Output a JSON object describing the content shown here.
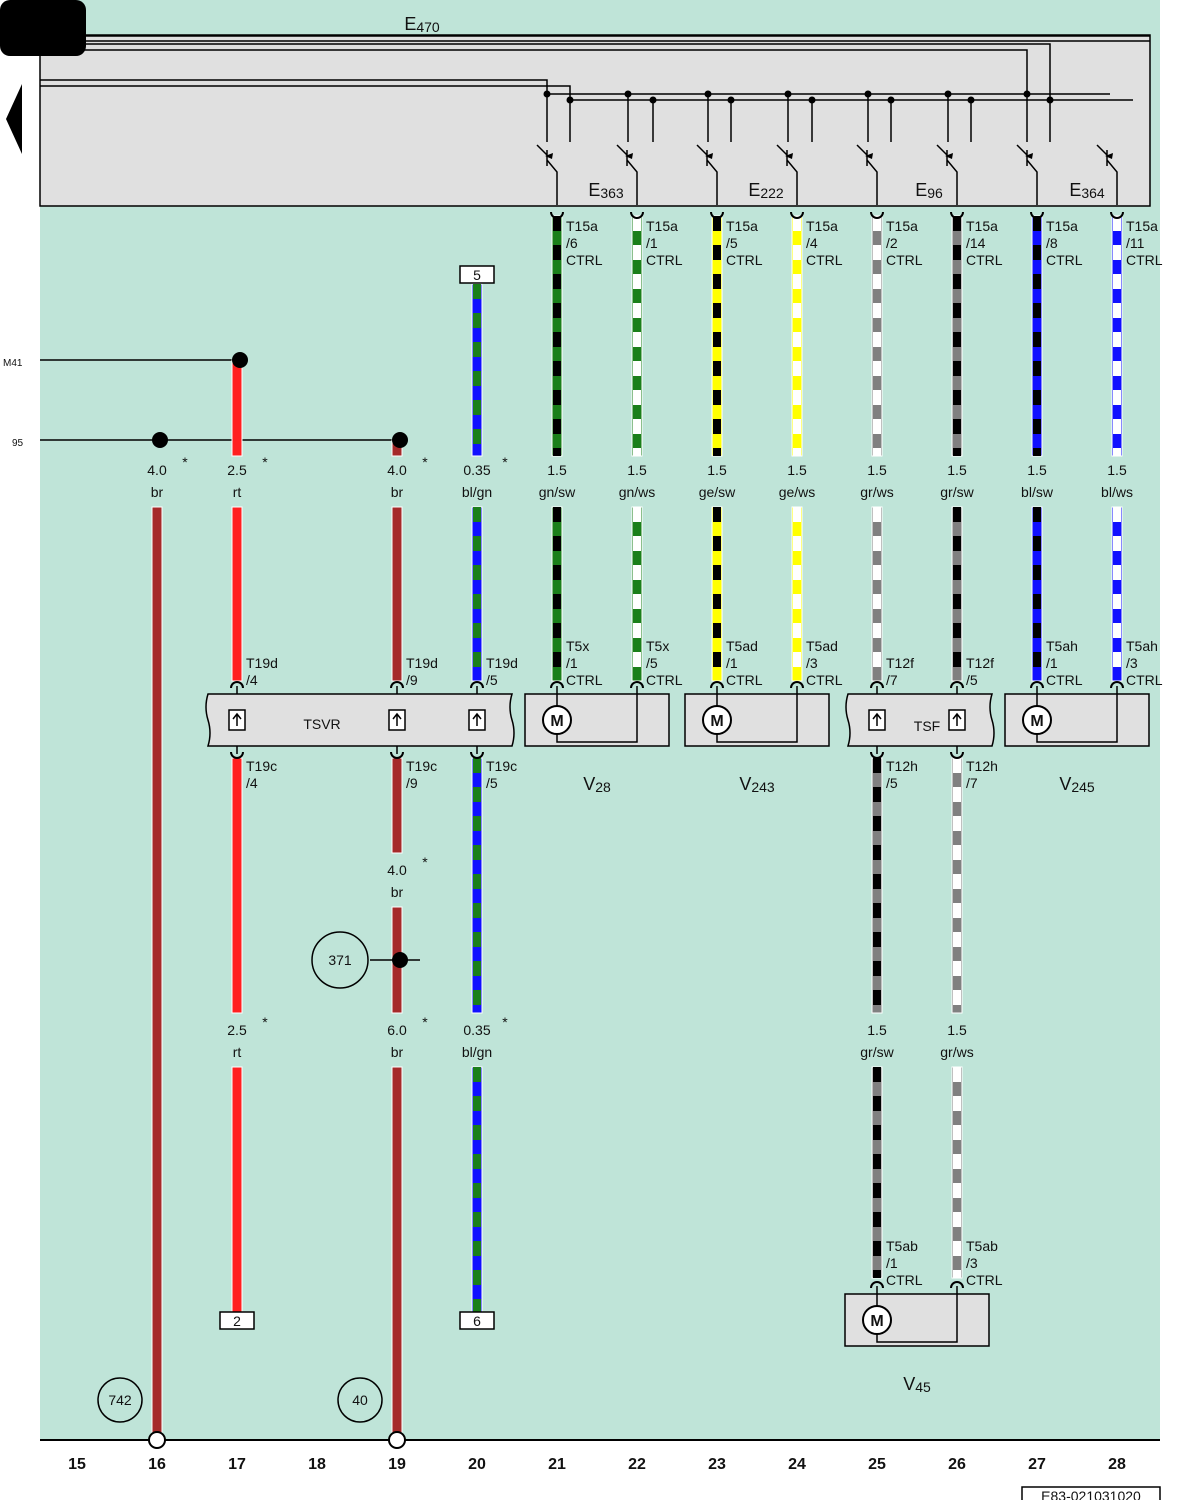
{
  "colors": {
    "background": "#bfe4d8",
    "module": "#e0e0e0",
    "br": "#a52a2a",
    "rt": "#ff2020",
    "bl": "#1010ff",
    "gn": "#1a7f1a",
    "ge": "#ffff00",
    "sw": "#000000",
    "ws": "#ffffff",
    "gr": "#808080"
  },
  "module_e470": {
    "name": "E",
    "sub": "470"
  },
  "sub_switches": [
    {
      "name": "E",
      "sub": "363"
    },
    {
      "name": "E",
      "sub": "222"
    },
    {
      "name": "E",
      "sub": "96"
    },
    {
      "name": "E",
      "sub": "364"
    }
  ],
  "left_refs": {
    "m41": "M41",
    "n95": "95"
  },
  "columns": [
    "15",
    "16",
    "17",
    "18",
    "19",
    "20",
    "21",
    "22",
    "23",
    "24",
    "25",
    "26",
    "27",
    "28"
  ],
  "wires_top": [
    {
      "col": "16",
      "size": "4.0",
      "color": "br",
      "star": "*"
    },
    {
      "col": "17",
      "size": "2.5",
      "color": "rt",
      "star": "*"
    },
    {
      "col": "19",
      "size": "4.0",
      "color": "br",
      "star": "*"
    },
    {
      "col": "20",
      "size": "0.35",
      "color": "bl/gn",
      "star": "*"
    },
    {
      "col": "21",
      "size": "1.5",
      "color": "gn/sw"
    },
    {
      "col": "22",
      "size": "1.5",
      "color": "gn/ws"
    },
    {
      "col": "23",
      "size": "1.5",
      "color": "ge/sw"
    },
    {
      "col": "24",
      "size": "1.5",
      "color": "ge/ws"
    },
    {
      "col": "25",
      "size": "1.5",
      "color": "gr/ws"
    },
    {
      "col": "26",
      "size": "1.5",
      "color": "gr/sw"
    },
    {
      "col": "27",
      "size": "1.5",
      "color": "bl/sw"
    },
    {
      "col": "28",
      "size": "1.5",
      "color": "bl/ws"
    }
  ],
  "e470_pins": [
    {
      "col": "21",
      "conn": "T15a",
      "pin": "/6",
      "tag": "CTRL"
    },
    {
      "col": "22",
      "conn": "T15a",
      "pin": "/1",
      "tag": "CTRL"
    },
    {
      "col": "23",
      "conn": "T15a",
      "pin": "/5",
      "tag": "CTRL"
    },
    {
      "col": "24",
      "conn": "T15a",
      "pin": "/4",
      "tag": "CTRL"
    },
    {
      "col": "25",
      "conn": "T15a",
      "pin": "/2",
      "tag": "CTRL"
    },
    {
      "col": "26",
      "conn": "T15a",
      "pin": "/14",
      "tag": "CTRL"
    },
    {
      "col": "27",
      "conn": "T15a",
      "pin": "/8",
      "tag": "CTRL"
    },
    {
      "col": "28",
      "conn": "T15a",
      "pin": "/11",
      "tag": "CTRL"
    }
  ],
  "tsvr": {
    "name": "TSVR",
    "pins_top": [
      {
        "col": "17",
        "conn": "T19d",
        "pin": "/4"
      },
      {
        "col": "19",
        "conn": "T19d",
        "pin": "/9"
      },
      {
        "col": "20",
        "conn": "T19d",
        "pin": "/5"
      }
    ],
    "pins_bottom": [
      {
        "col": "17",
        "conn": "T19c",
        "pin": "/4"
      },
      {
        "col": "19",
        "conn": "T19c",
        "pin": "/9"
      },
      {
        "col": "20",
        "conn": "T19c",
        "pin": "/5"
      }
    ]
  },
  "tsf": {
    "name": "TSF",
    "pins_top": [
      {
        "col": "25",
        "conn": "T12f",
        "pin": "/7"
      },
      {
        "col": "26",
        "conn": "T12f",
        "pin": "/5"
      }
    ],
    "pins_bottom": [
      {
        "col": "25",
        "conn": "T12h",
        "pin": "/5"
      },
      {
        "col": "26",
        "conn": "T12h",
        "pin": "/7"
      }
    ]
  },
  "motors": [
    {
      "name": "V",
      "sub": "28",
      "pins": [
        {
          "col": "21",
          "conn": "T5x",
          "pin": "/1",
          "tag": "CTRL"
        },
        {
          "col": "22",
          "conn": "T5x",
          "pin": "/5",
          "tag": "CTRL"
        }
      ]
    },
    {
      "name": "V",
      "sub": "243",
      "pins": [
        {
          "col": "23",
          "conn": "T5ad",
          "pin": "/1",
          "tag": "CTRL"
        },
        {
          "col": "24",
          "conn": "T5ad",
          "pin": "/3",
          "tag": "CTRL"
        }
      ]
    },
    {
      "name": "V",
      "sub": "245",
      "pins": [
        {
          "col": "27",
          "conn": "T5ah",
          "pin": "/1",
          "tag": "CTRL"
        },
        {
          "col": "28",
          "conn": "T5ah",
          "pin": "/3",
          "tag": "CTRL"
        }
      ]
    },
    {
      "name": "V",
      "sub": "45",
      "pins": [
        {
          "col": "25",
          "conn": "T5ab",
          "pin": "/1",
          "tag": "CTRL"
        },
        {
          "col": "26",
          "conn": "T5ab",
          "pin": "/3",
          "tag": "CTRL"
        }
      ]
    }
  ],
  "motor_symbol": "M",
  "wires_mid": [
    {
      "col": "19",
      "size": "4.0",
      "color": "br",
      "star": "*"
    }
  ],
  "wires_low": [
    {
      "col": "17",
      "size": "2.5",
      "color": "rt",
      "star": "*"
    },
    {
      "col": "19",
      "size": "6.0",
      "color": "br",
      "star": "*"
    },
    {
      "col": "20",
      "size": "0.35",
      "color": "bl/gn",
      "star": "*"
    },
    {
      "col": "25",
      "size": "1.5",
      "color": "gr/sw"
    },
    {
      "col": "26",
      "size": "1.5",
      "color": "gr/ws"
    }
  ],
  "boxes": {
    "col20_top": "5",
    "col17_end": "2",
    "col20_end": "6"
  },
  "refs": {
    "splice_371": "371",
    "ref_742": "742",
    "ref_40": "40"
  },
  "footer_code": "E83-021031020"
}
